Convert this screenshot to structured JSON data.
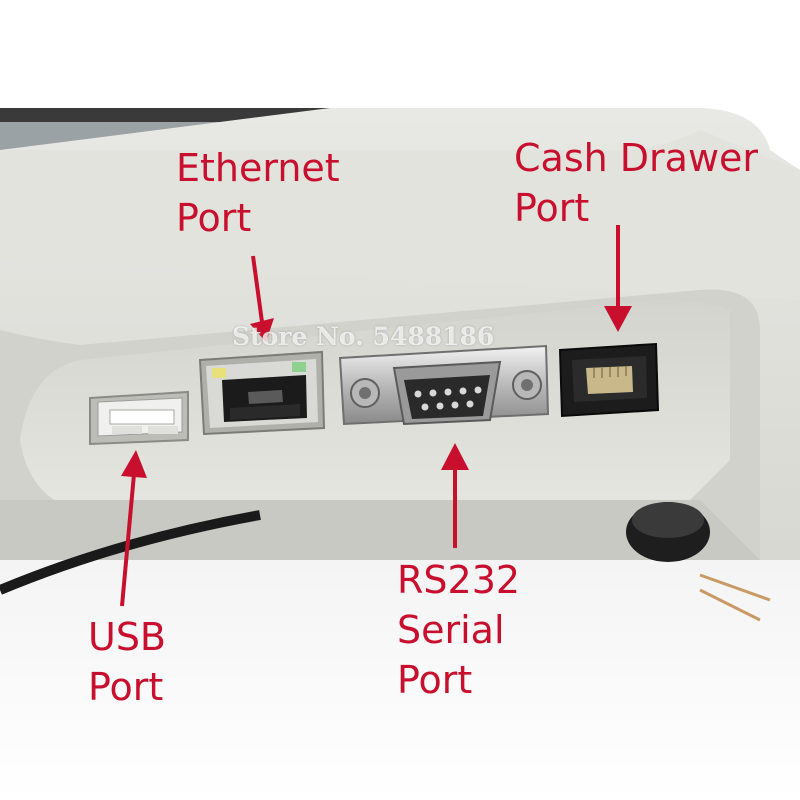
{
  "labels": {
    "ethernet": {
      "line1": "Ethernet",
      "line2": "Port"
    },
    "cash_drawer": {
      "line1": "Cash Drawer",
      "line2": "Port"
    },
    "usb": {
      "line1": "USB",
      "line2": "Port"
    },
    "rs232": {
      "line1": "RS232",
      "line2": "Serial",
      "line3": "Port"
    }
  },
  "watermark": "Store No. 5488186",
  "colors": {
    "label": "#c8102e",
    "arrow": "#c8102e",
    "device_body": "#dcdcd6",
    "port_dark": "#1a1a1a"
  }
}
